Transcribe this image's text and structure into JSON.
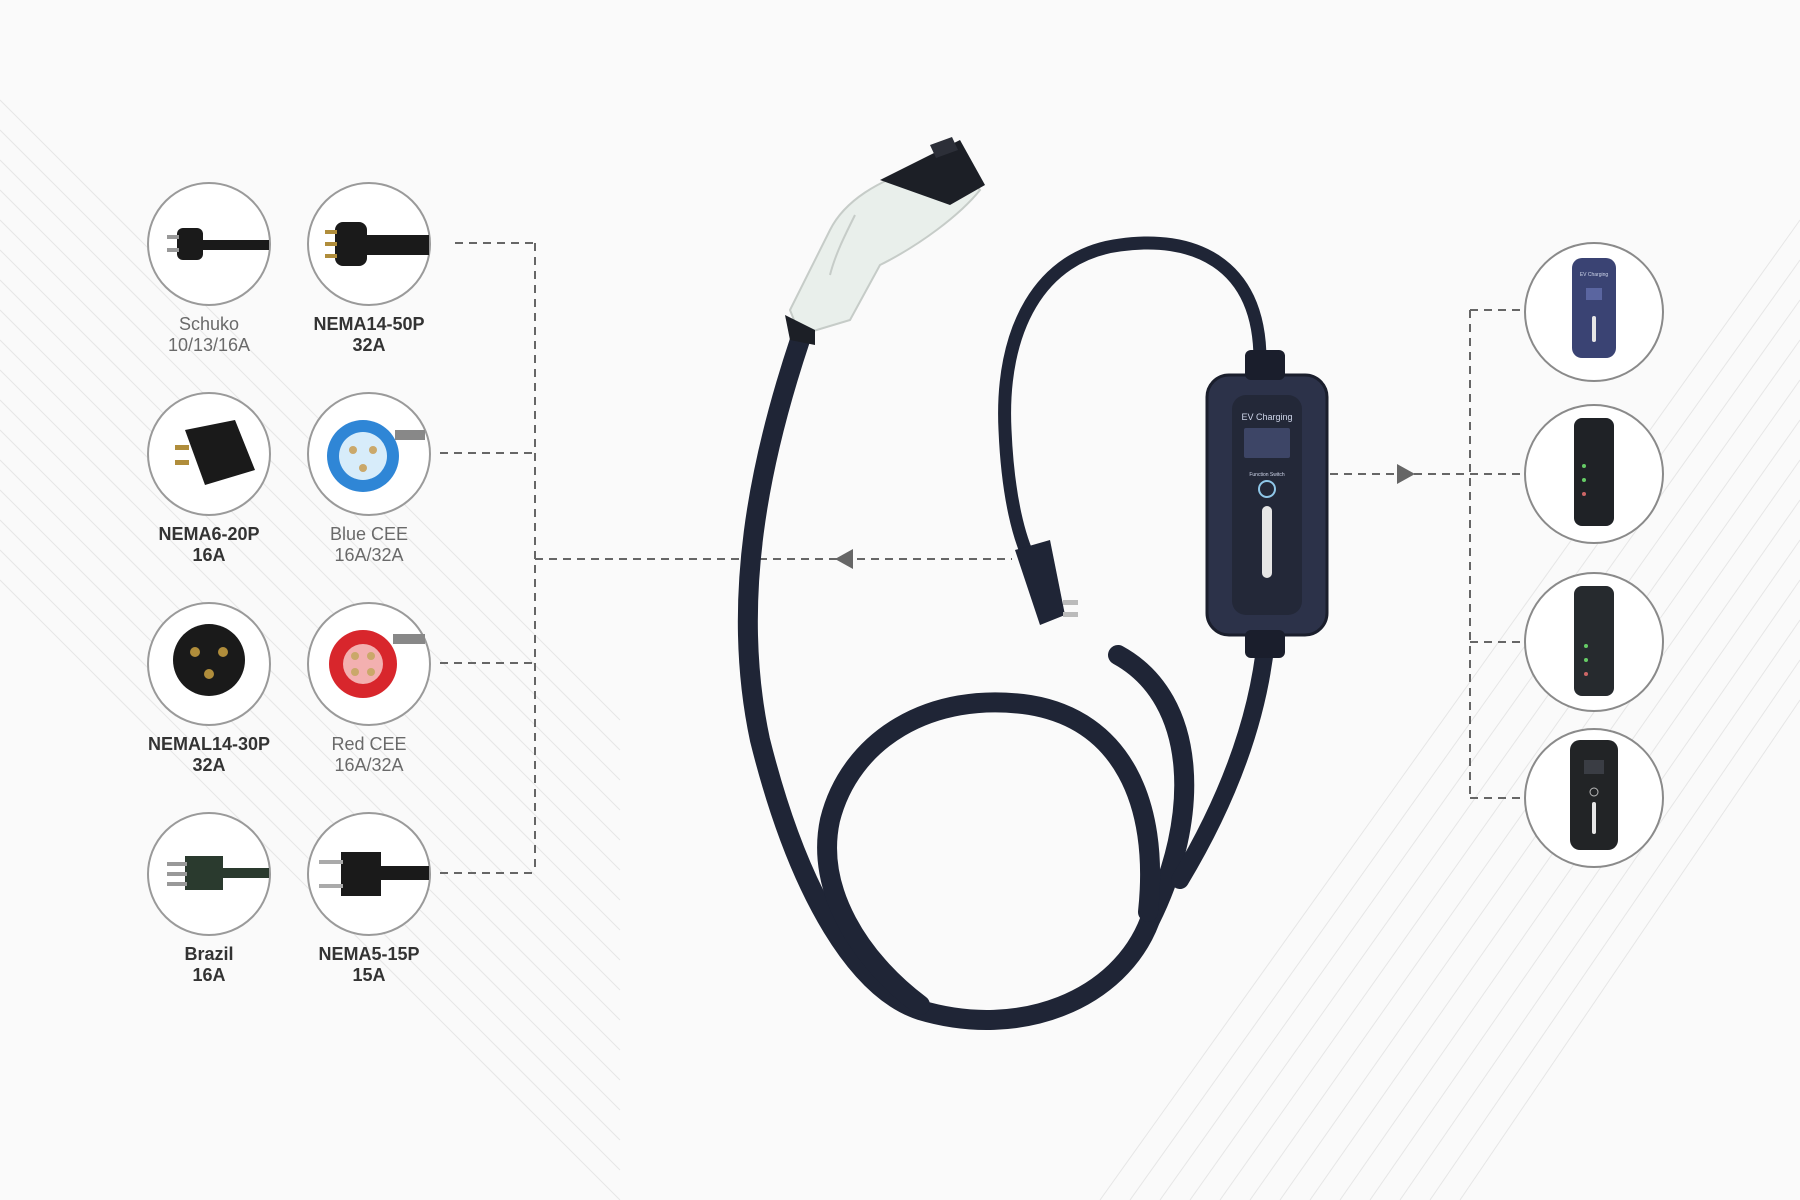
{
  "plugs": [
    {
      "name": "Schuko",
      "rating": "10/13/16A",
      "icon": "schuko-plug",
      "tone": "light"
    },
    {
      "name": "NEMA14-50P",
      "rating": "32A",
      "icon": "nema14-50p-plug",
      "tone": "dark"
    },
    {
      "name": "NEMA6-20P",
      "rating": "16A",
      "icon": "nema6-20p-plug",
      "tone": "dark"
    },
    {
      "name": "Blue CEE",
      "rating": "16A/32A",
      "icon": "blue-cee-plug",
      "tone": "light"
    },
    {
      "name": "NEMAL14-30P",
      "rating": "32A",
      "icon": "nemal14-30p-plug",
      "tone": "dark"
    },
    {
      "name": "Red CEE",
      "rating": "16A/32A",
      "icon": "red-cee-plug",
      "tone": "light"
    },
    {
      "name": "Brazil",
      "rating": "16A",
      "icon": "brazil-plug",
      "tone": "dark"
    },
    {
      "name": "NEMA5-15P",
      "rating": "15A",
      "icon": "nema5-15p-plug",
      "tone": "dark"
    }
  ],
  "charger": {
    "screen_label": "EV Charging",
    "switch_label": "Function Switch"
  },
  "control_box_variants": [
    {
      "icon": "navy-lcd-control-box",
      "screen_label": "EV Charging"
    },
    {
      "icon": "black-led-control-box"
    },
    {
      "icon": "black-led-control-box-alt"
    },
    {
      "icon": "black-lcd-control-box"
    }
  ],
  "colors": {
    "cable": "#1f2536",
    "box": "#2c3249",
    "handle": "#e9efeb",
    "blue_cee": "#2f86d6",
    "red_cee": "#d8262c",
    "dash_line": "#666666"
  }
}
